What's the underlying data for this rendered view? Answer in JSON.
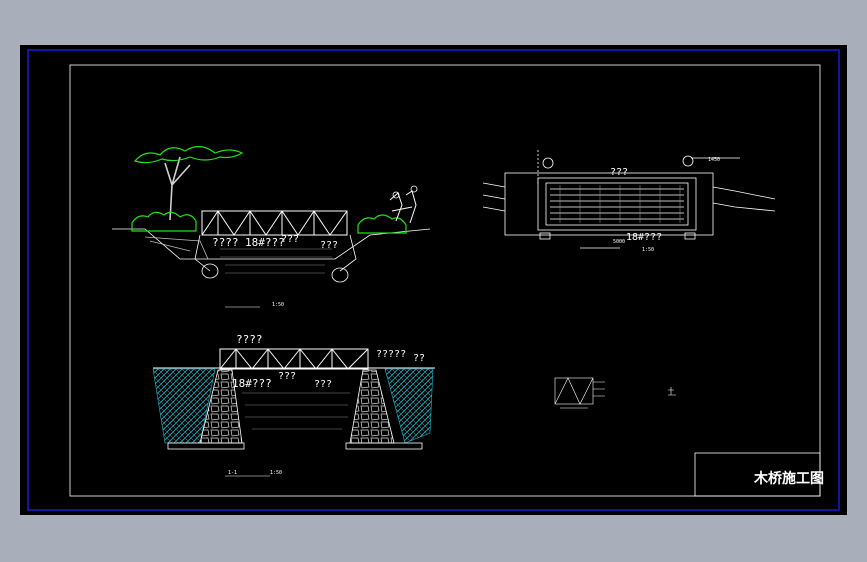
{
  "drawing": {
    "title_block": {
      "title": "木桥施工图"
    },
    "elevation": {
      "label_left": "????",
      "label_mid": "18#???",
      "label_right": "???",
      "label_far": "???",
      "caption_scale": "1:50"
    },
    "plan": {
      "label_top": "???",
      "label_center": "18#???",
      "dimension": "5000",
      "dim_small": "1450",
      "caption_scale": "1:50"
    },
    "section": {
      "label_top": "????",
      "label_right": "?????",
      "label_right2": "??",
      "label_mid": "18#???",
      "label_mid2": "???",
      "label_center": "???",
      "caption_prefix": "1-1",
      "caption_scale": "1:50"
    },
    "colors": {
      "sheet": "#000000",
      "frame": "#1b1bd6",
      "lines": "#ffffff",
      "vegetation": "#22e01b",
      "hatch": "#1fb4c8"
    }
  }
}
